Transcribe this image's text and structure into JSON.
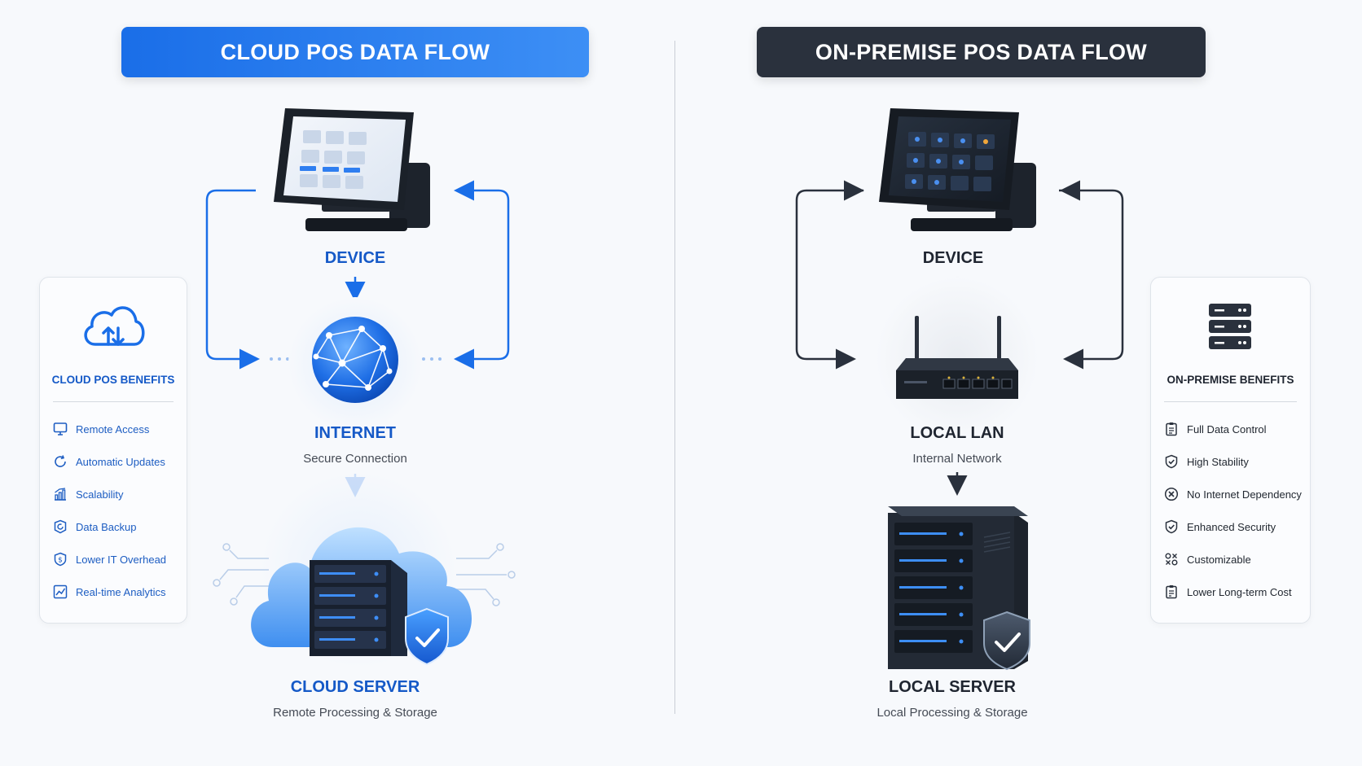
{
  "cloud": {
    "banner": "CLOUD POS DATA FLOW",
    "device_label": "DEVICE",
    "internet_label": "INTERNET",
    "internet_sub": "Secure Connection",
    "server_label": "CLOUD SERVER",
    "server_sub": "Remote Processing & Storage",
    "benefits_title": "CLOUD POS BENEFITS",
    "benefits": [
      {
        "label": "Remote Access",
        "icon": "monitor-icon"
      },
      {
        "label": "Automatic Updates",
        "icon": "refresh-icon"
      },
      {
        "label": "Scalability",
        "icon": "bar-chart-icon"
      },
      {
        "label": "Data Backup",
        "icon": "backup-icon"
      },
      {
        "label": "Lower IT Overhead",
        "icon": "dollar-shield-icon"
      },
      {
        "label": "Real-time Analytics",
        "icon": "line-chart-icon"
      }
    ],
    "accent": "#1a6ee8"
  },
  "onprem": {
    "banner": "ON-PREMISE POS DATA FLOW",
    "device_label": "DEVICE",
    "lan_label": "LOCAL LAN",
    "lan_sub": "Internal Network",
    "server_label": "LOCAL SERVER",
    "server_sub": "Local Processing & Storage",
    "benefits_title": "ON-PREMISE BENEFITS",
    "benefits": [
      {
        "label": "Full Data Control",
        "icon": "clipboard-icon"
      },
      {
        "label": "High Stability",
        "icon": "shield-check-icon"
      },
      {
        "label": "No Internet Dependency",
        "icon": "x-circle-icon"
      },
      {
        "label": "Enhanced Security",
        "icon": "shield-check-icon"
      },
      {
        "label": "Customizable",
        "icon": "customize-icon"
      },
      {
        "label": "Lower Long-term Cost",
        "icon": "receipt-icon"
      }
    ],
    "accent": "#2a313d"
  }
}
